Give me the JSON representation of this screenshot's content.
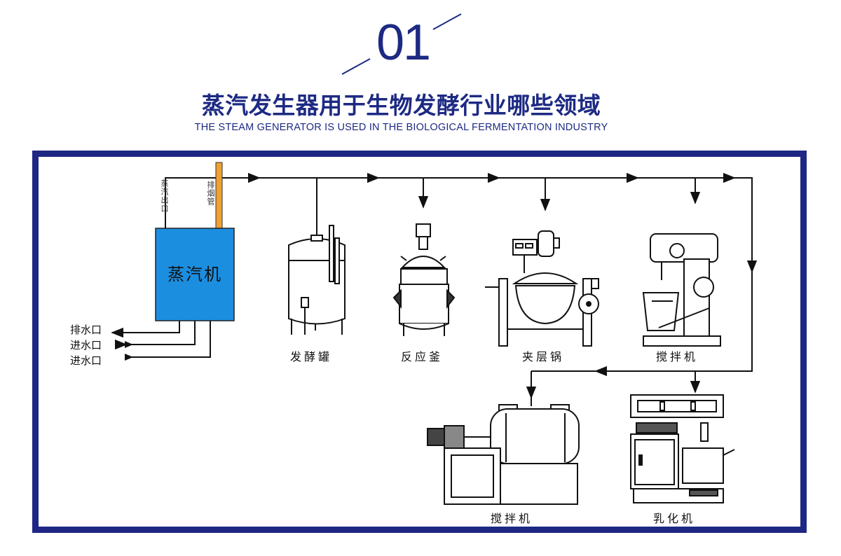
{
  "header": {
    "number": "01",
    "title_zh": "蒸汽发生器用于生物发酵行业哪些领域",
    "title_en": "THE STEAM GENERATOR IS USED IN THE BIOLOGICAL FERMENTATION INDUSTRY"
  },
  "generator": {
    "label": "蒸汽机",
    "steam_outlet": "蒸汽出口",
    "chimney": "排烟管",
    "ports": [
      "排水口",
      "进水口",
      "进水口"
    ]
  },
  "equipment": [
    {
      "id": "fermentation-tank",
      "label": "发酵罐"
    },
    {
      "id": "reaction-kettle",
      "label": "反应釜"
    },
    {
      "id": "jacketed-pot",
      "label": "夹层锅"
    },
    {
      "id": "planetary-mixer",
      "label": "搅拌机"
    },
    {
      "id": "horizontal-mixer",
      "label": "搅拌机"
    },
    {
      "id": "emulsifier",
      "label": "乳化机"
    }
  ],
  "colors": {
    "brand": "#1d2a83",
    "frame": "#1f2784",
    "generator_fill": "#1c8ee0",
    "chimney_fill": "#f0a030",
    "pipe": "#111111"
  }
}
